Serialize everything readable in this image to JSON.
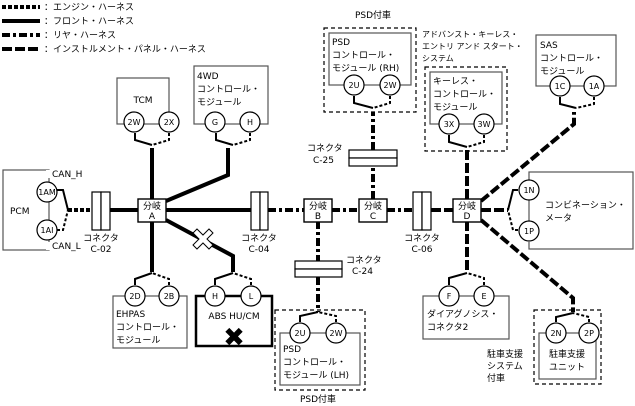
{
  "legend": [
    {
      "style": "engine",
      "label": "：エンジン・ハーネス"
    },
    {
      "style": "front",
      "label": "：フロント・ハーネス"
    },
    {
      "style": "rear",
      "label": "：リヤ・ハーネス"
    },
    {
      "style": "instrument",
      "label": "：インストルメント・パネル・ハーネス"
    }
  ],
  "junctions": {
    "a": {
      "line1": "分岐",
      "line2": "A"
    },
    "b": {
      "line1": "分岐",
      "line2": "B"
    },
    "c": {
      "line1": "分岐",
      "line2": "C"
    },
    "d": {
      "line1": "分岐",
      "line2": "D"
    }
  },
  "connectors": {
    "c02": {
      "line1": "コネクタ",
      "line2": "C-02"
    },
    "c04": {
      "line1": "コネクタ",
      "line2": "C-04"
    },
    "c06": {
      "line1": "コネクタ",
      "line2": "C-06"
    },
    "c24": {
      "line1": "コネクタ",
      "line2": "C-24"
    },
    "c25": {
      "line1": "コネクタ",
      "line2": "C-25"
    }
  },
  "modules": {
    "pcm": {
      "name": "PCM",
      "pins": [
        "1AM",
        "1AI"
      ],
      "can_h": "CAN_H",
      "can_l": "CAN_L"
    },
    "tcm": {
      "name": "TCM",
      "pins": [
        "2W",
        "2X"
      ]
    },
    "fourwd": {
      "lines": [
        "4WD",
        "コントロール・",
        "モジュール"
      ],
      "pins": [
        "G",
        "H"
      ]
    },
    "ehpas": {
      "lines": [
        "EHPAS",
        "コントロール・",
        "モジュール"
      ],
      "pins": [
        "2D",
        "2B"
      ]
    },
    "abs": {
      "name": "ABS HU/CM",
      "pins": [
        "H",
        "L"
      ],
      "fault_mark": "✖"
    },
    "psd_lh": {
      "lines": [
        "PSD",
        "コントロール・",
        "モジュール (LH)"
      ],
      "pins": [
        "2U",
        "2W"
      ],
      "option_label": "PSD付車"
    },
    "psd_rh": {
      "lines": [
        "PSD",
        "コントロール・",
        "モジュール (RH)"
      ],
      "pins": [
        "2U",
        "2W"
      ],
      "option_label": "PSD付車"
    },
    "keyless": {
      "lines": [
        "キーレス・",
        "コントロール・",
        "モジュール"
      ],
      "pins": [
        "3X",
        "3W"
      ],
      "option_lines": [
        "アドバンスト・キーレス・",
        "エントリ アンド スタート・",
        "システム"
      ]
    },
    "sas": {
      "lines": [
        "SAS",
        "コントロール・",
        "モジュール"
      ],
      "pins": [
        "1C",
        "1A"
      ]
    },
    "combi": {
      "lines": [
        "コンビネーション・",
        "メータ"
      ],
      "pins": [
        "1N",
        "1P"
      ]
    },
    "diag": {
      "lines": [
        "ダイアグノシス・",
        "コネクタ2"
      ],
      "pins": [
        "F",
        "E"
      ]
    },
    "park": {
      "lines": [
        "駐車支援",
        "ユニット"
      ],
      "pins": [
        "2N",
        "2P"
      ],
      "option_lines": [
        "駐車支援",
        "システム",
        "付車"
      ]
    }
  },
  "abs_link_fault_mark": "✕"
}
